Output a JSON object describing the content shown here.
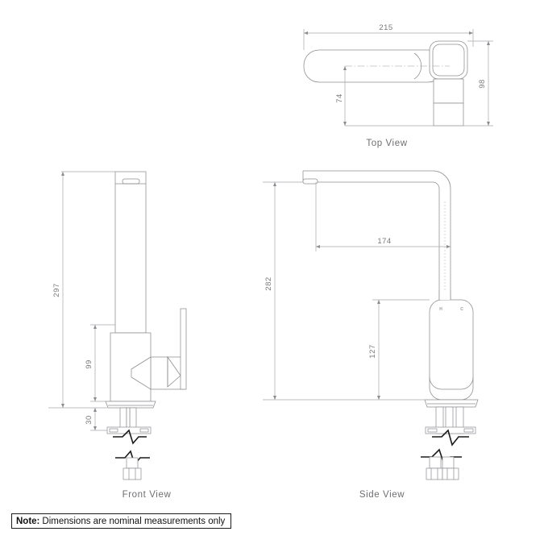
{
  "document": {
    "type": "technical-dimension-drawing",
    "subject": "kitchen-mixer-tap",
    "background_color": "#ffffff",
    "line_color": "#8c8c90",
    "dim_line_color": "#a8a8ac",
    "text_color": "#6e6e72",
    "note_color": "#111111"
  },
  "views": [
    {
      "id": "top",
      "label": "Top View"
    },
    {
      "id": "front",
      "label": "Front View"
    },
    {
      "id": "side",
      "label": "Side View"
    }
  ],
  "labels": {
    "top_view": "Top View",
    "front_view": "Front View",
    "side_view": "Side View"
  },
  "dimensions": {
    "top_view": [
      {
        "name": "overall-length",
        "value": "215",
        "orientation": "horizontal"
      },
      {
        "name": "body-depth",
        "value": "98",
        "orientation": "vertical"
      },
      {
        "name": "spout-offset",
        "value": "74",
        "orientation": "vertical"
      }
    ],
    "front_view": [
      {
        "name": "overall-height",
        "value": "297",
        "orientation": "vertical"
      },
      {
        "name": "body-height",
        "value": "99",
        "orientation": "vertical"
      },
      {
        "name": "tail-length",
        "value": "30",
        "orientation": "vertical"
      }
    ],
    "side_view": [
      {
        "name": "spout-height",
        "value": "282",
        "orientation": "vertical"
      },
      {
        "name": "spout-reach",
        "value": "174",
        "orientation": "horizontal"
      },
      {
        "name": "handle-height",
        "value": "127",
        "orientation": "vertical"
      }
    ]
  },
  "markings": {
    "hot": "H",
    "cold": "C"
  },
  "note": {
    "prefix": "Note:",
    "text": "Dimensions are nominal measurements only"
  }
}
